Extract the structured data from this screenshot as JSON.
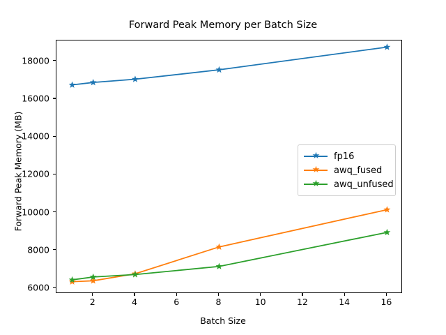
{
  "chart_data": {
    "type": "line",
    "title": "Forward Peak Memory per Batch Size",
    "xlabel": "Batch Size",
    "ylabel": "Forward Peak Memory (MB)",
    "x": [
      1,
      2,
      4,
      8,
      16
    ],
    "xlim": [
      0.25,
      16.75
    ],
    "ylim": [
      5700,
      19100
    ],
    "xticks": [
      2,
      4,
      6,
      8,
      10,
      12,
      14,
      16
    ],
    "xtick_labels": [
      "2",
      "4",
      "6",
      "8",
      "10",
      "12",
      "14",
      "16"
    ],
    "yticks": [
      6000,
      8000,
      10000,
      12000,
      14000,
      16000,
      18000
    ],
    "ytick_labels": [
      "6000",
      "8000",
      "10000",
      "12000",
      "14000",
      "16000",
      "18000"
    ],
    "grid": false,
    "legend_position": "center right",
    "marker": "star",
    "series": [
      {
        "name": "fp16",
        "color": "#1f77b4",
        "values": [
          16750,
          16880,
          17050,
          17550,
          18750
        ]
      },
      {
        "name": "awq_fused",
        "color": "#ff7f0e",
        "values": [
          6340,
          6390,
          6760,
          8180,
          10150
        ]
      },
      {
        "name": "awq_unfused",
        "color": "#2ca02c",
        "values": [
          6440,
          6590,
          6720,
          7150,
          8950
        ]
      }
    ]
  }
}
